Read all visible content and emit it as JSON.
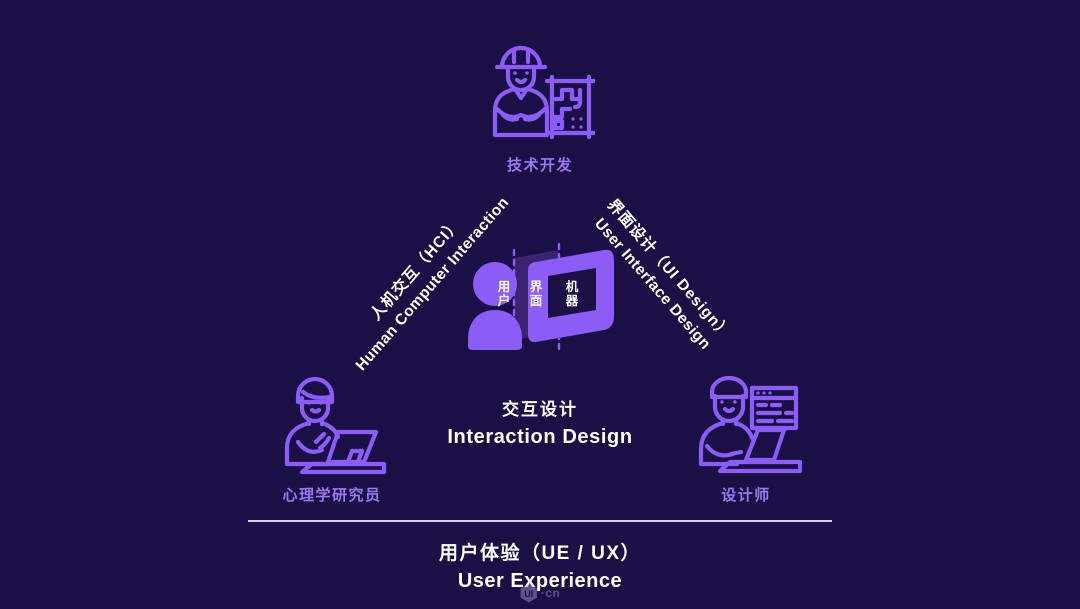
{
  "theme": {
    "background": "#1b1046",
    "accent_purple": "#8b5cf6",
    "label_purple": "#9b79ee",
    "text_white": "#ffffff",
    "divider": "#d6cfe8",
    "dark_panel": "#3a2470"
  },
  "diagram": {
    "title_cn": "交互设计",
    "title_en": "Interaction Design",
    "nodes": [
      {
        "id": "tech",
        "label": "技术开发",
        "icon": "engineer-blueprint-icon"
      },
      {
        "id": "psychology",
        "label": "心理学研究员",
        "icon": "researcher-tablet-icon"
      },
      {
        "id": "designer",
        "label": "设计师",
        "icon": "designer-monitor-icon"
      }
    ],
    "edges": [
      {
        "id": "hci",
        "cn": "人机交互（HCI）",
        "en": "Human Computer Interaction"
      },
      {
        "id": "ui",
        "cn": "界面设计（UI Design）",
        "en": "User Interface Design"
      }
    ],
    "center_graphic": {
      "user": "用户",
      "interface": "界面",
      "machine": "机器"
    },
    "footer": {
      "cn": "用户体验（UE / UX）",
      "en": "User Experience"
    }
  },
  "watermark": {
    "mark": "UI",
    "suffix": "·cn"
  }
}
